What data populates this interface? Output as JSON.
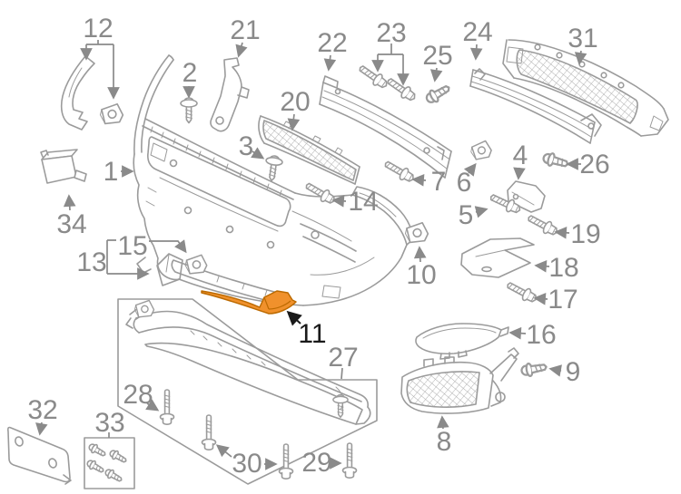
{
  "diagram": {
    "type": "exploded-parts-diagram",
    "background_color": "#ffffff",
    "line_color": "#9b9b9b",
    "label_color": "#8a8a8a",
    "highlight_color": "#F0912C",
    "highlight_stroke_color": "#BC6A00",
    "highlight_label_color": "#1a1a1a",
    "highlighted_callout": "11",
    "callouts": {
      "c1": {
        "label": "1"
      },
      "c2": {
        "label": "2"
      },
      "c3": {
        "label": "3"
      },
      "c4": {
        "label": "4"
      },
      "c5": {
        "label": "5"
      },
      "c6": {
        "label": "6"
      },
      "c7": {
        "label": "7"
      },
      "c8": {
        "label": "8"
      },
      "c9": {
        "label": "9"
      },
      "c10": {
        "label": "10"
      },
      "c11": {
        "label": "11"
      },
      "c12": {
        "label": "12"
      },
      "c13": {
        "label": "13"
      },
      "c14": {
        "label": "14"
      },
      "c15": {
        "label": "15"
      },
      "c16": {
        "label": "16"
      },
      "c17": {
        "label": "17"
      },
      "c18": {
        "label": "18"
      },
      "c19": {
        "label": "19"
      },
      "c20": {
        "label": "20"
      },
      "c21": {
        "label": "21"
      },
      "c22": {
        "label": "22"
      },
      "c23": {
        "label": "23"
      },
      "c24": {
        "label": "24"
      },
      "c25": {
        "label": "25"
      },
      "c26": {
        "label": "26"
      },
      "c27": {
        "label": "27"
      },
      "c28": {
        "label": "28"
      },
      "c29": {
        "label": "29"
      },
      "c30": {
        "label": "30"
      },
      "c31": {
        "label": "31"
      },
      "c32": {
        "label": "32"
      },
      "c33": {
        "label": "33"
      },
      "c34": {
        "label": "34"
      }
    }
  }
}
